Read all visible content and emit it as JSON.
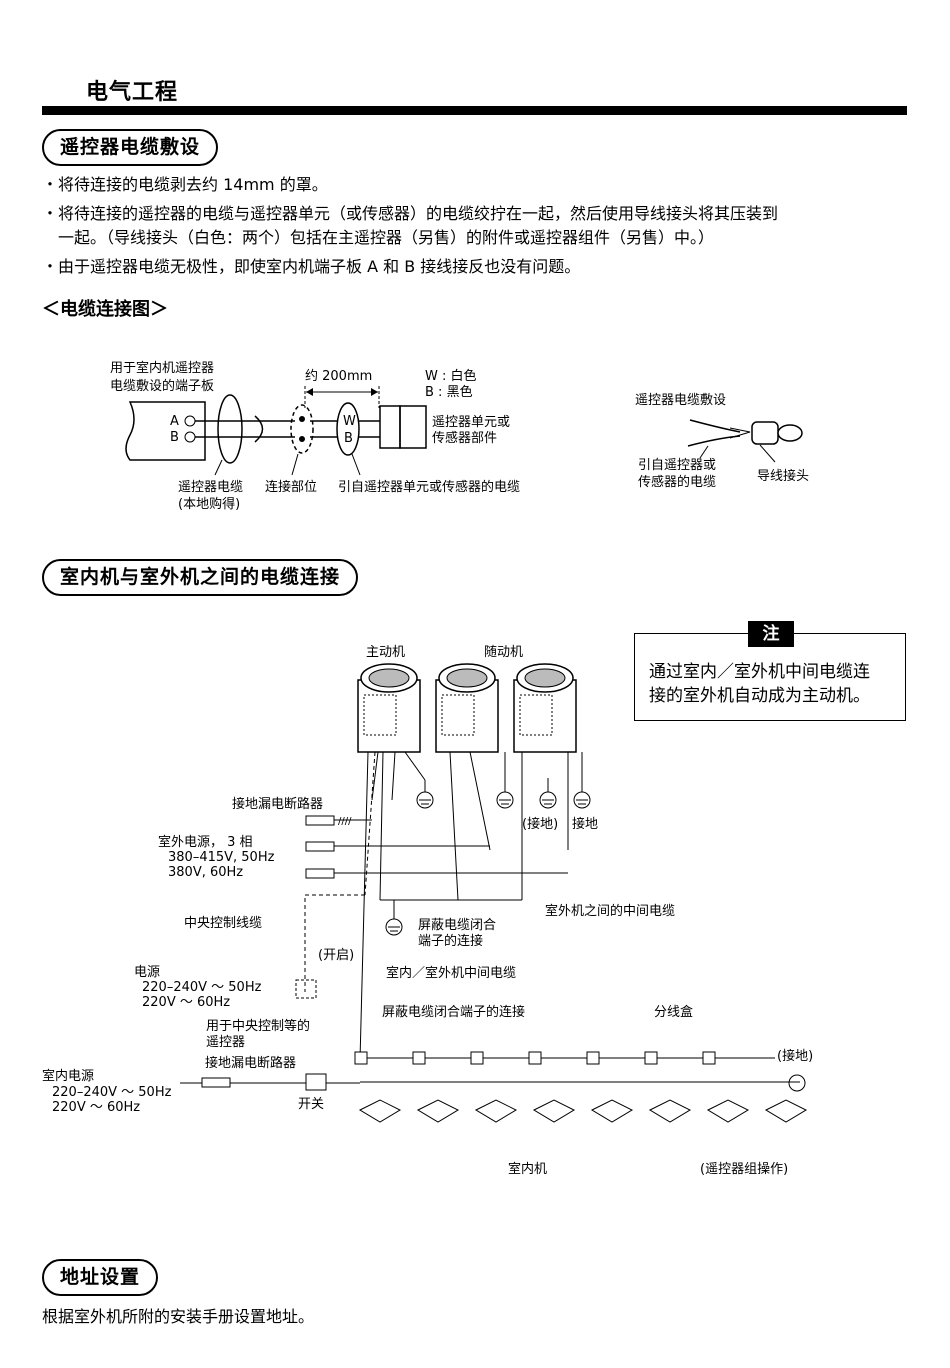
{
  "header": {
    "title": "电气工程"
  },
  "section1": {
    "title": "遥控器电缆敷设",
    "bullets": [
      "・将待连接的电缆剥去约 14mm 的罩。",
      "・将待连接的遥控器的电缆与遥控器单元（或传感器）的电缆绞拧在一起，然后使用导线接头将其压装到",
      "一起。（导线接头（白色：两个）包括在主遥控器（另售）的附件或遥控器组件（另售）中。）",
      "・由于遥控器电缆无极性，即使室内机端子板 A 和 B 接线接反也没有问题。"
    ],
    "subheading": "＜电缆连接图＞"
  },
  "diagram1": {
    "terminal_board_1": "用于室内机遥控器",
    "terminal_board_2": "电缆敷设的端子板",
    "term_a": "A",
    "term_b": "B",
    "length": "约 200mm",
    "w_label": "W : 白色",
    "b_label": "B : 黑色",
    "w": "W",
    "b": "B",
    "unit_1": "遥控器单元或",
    "unit_2": "传感器部件",
    "cable_1": "遥控器电缆",
    "cable_2": "(本地购得)",
    "joint": "连接部位",
    "unit_cable": "引自遥控器单元或传感器的电缆",
    "side_title": "遥控器电缆敷设",
    "side_cable_1": "引自遥控器或",
    "side_cable_2": "传感器的电缆",
    "side_connector": "导线接头"
  },
  "section2": {
    "title": "室内机与室外机之间的电缆连接",
    "note_title": "注",
    "note_line1": "通过室内／室外机中间电缆连",
    "note_line2": "接的室外机自动成为主动机。"
  },
  "diagram2": {
    "master": "主动机",
    "slave": "随动机",
    "elcb_outdoor": "接地漏电断路器",
    "outdoor_power": "室外电源，  3 相",
    "outdoor_v1": "380–415V, 50Hz",
    "outdoor_v2": "380V, 60Hz",
    "ground_paren": "(接地)",
    "ground": "接地",
    "central_line": "中央控制线缆",
    "shield_1": "屏蔽电缆闭合",
    "shield_2": "端子的连接",
    "between_outdoor": "室外机之间的中间电缆",
    "open": "(开启)",
    "indoor_outdoor": "室内／室外机中间电缆",
    "power": "电源",
    "power_v1": "220–240V ～  50Hz",
    "power_v2": "220V ～  60Hz",
    "for_central_1": "用于中央控制等的",
    "for_central_2": "遥控器",
    "shield_full": "屏蔽电缆闭合端子的连接",
    "junction_box": "分线盒",
    "ground_right": "(接地)",
    "elcb_indoor": "接地漏电断路器",
    "indoor_power": "室内电源",
    "indoor_v1": "220–240V ～  50Hz",
    "indoor_v2": "220V ～  60Hz",
    "switch": "开关",
    "indoor_unit": "室内机",
    "group_op": "(遥控器组操作)"
  },
  "section3": {
    "title": "地址设置",
    "text": "根据室外机所附的安装手册设置地址。"
  }
}
